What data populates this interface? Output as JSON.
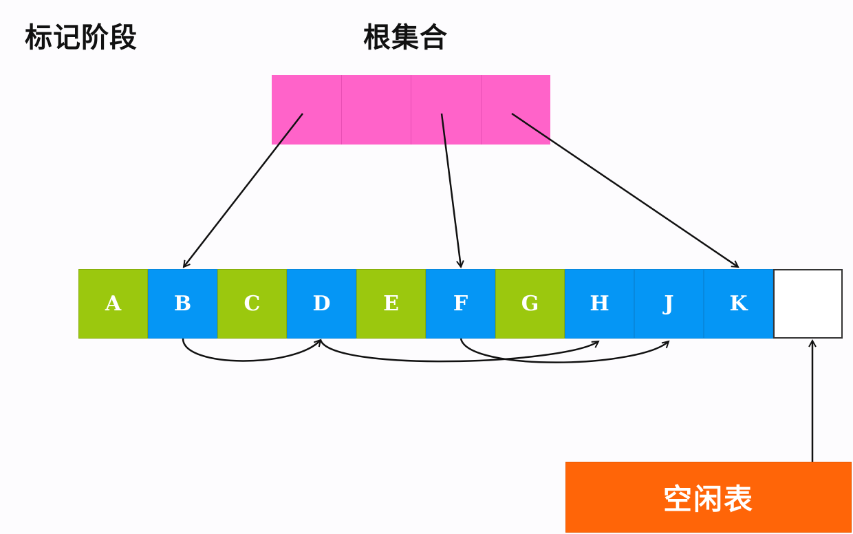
{
  "titles": {
    "phase": "标记阶段",
    "root_set": "根集合"
  },
  "root_set": {
    "cells": 4,
    "color": "#ff63c9"
  },
  "heap": {
    "cells": [
      {
        "label": "A",
        "state": "unreachable",
        "color": "#9bc80e"
      },
      {
        "label": "B",
        "state": "marked",
        "color": "#0596f5"
      },
      {
        "label": "C",
        "state": "unreachable",
        "color": "#9bc80e"
      },
      {
        "label": "D",
        "state": "marked",
        "color": "#0596f5"
      },
      {
        "label": "E",
        "state": "unreachable",
        "color": "#9bc80e"
      },
      {
        "label": "F",
        "state": "marked",
        "color": "#0596f5"
      },
      {
        "label": "G",
        "state": "unreachable",
        "color": "#9bc80e"
      },
      {
        "label": "H",
        "state": "marked",
        "color": "#0596f5"
      },
      {
        "label": "J",
        "state": "marked",
        "color": "#0596f5"
      },
      {
        "label": "K",
        "state": "marked",
        "color": "#0596f5"
      },
      {
        "label": "",
        "state": "free",
        "color": "#ffffff"
      }
    ]
  },
  "edges": {
    "root_refs": [
      {
        "from": "root-1",
        "to": "B"
      },
      {
        "from": "root-3",
        "to": "F"
      },
      {
        "from": "root-4",
        "to": "K"
      }
    ],
    "object_refs": [
      {
        "from": "B",
        "to": "D"
      },
      {
        "from": "D",
        "to": "H"
      },
      {
        "from": "F",
        "to": "J"
      }
    ],
    "free_list_ref": {
      "from": "free-list",
      "to": "free-cell"
    }
  },
  "free_list": {
    "label": "空闲表",
    "color": "#ff6508"
  }
}
